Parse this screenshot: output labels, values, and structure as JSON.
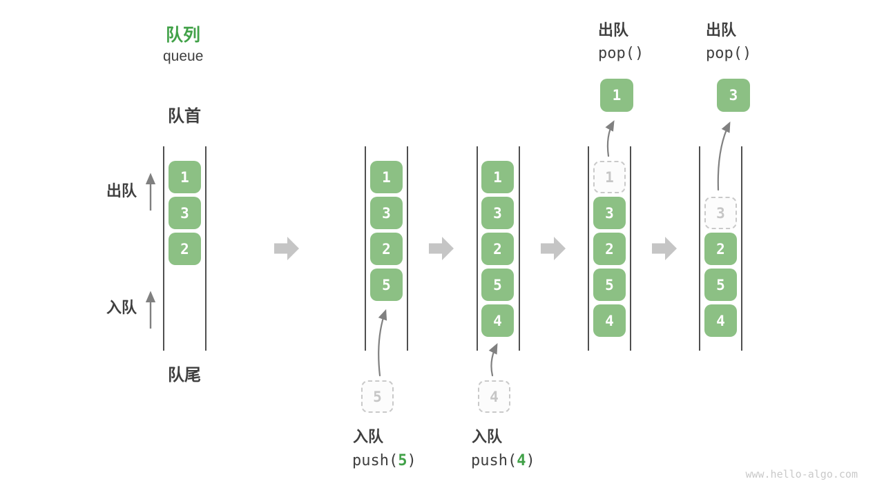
{
  "title": {
    "zh": "队列",
    "en": "queue"
  },
  "labels": {
    "front": "队首",
    "rear": "队尾",
    "dequeue": "出队",
    "enqueue": "入队"
  },
  "operations": {
    "push5": {
      "label": "入队",
      "fn": "push(",
      "arg": "5",
      "close": ")"
    },
    "push4": {
      "label": "入队",
      "fn": "push(",
      "arg": "4",
      "close": ")"
    },
    "pop1": {
      "label": "出队",
      "code": "pop()"
    },
    "pop2": {
      "label": "出队",
      "code": "pop()"
    }
  },
  "states": [
    {
      "cells": [
        "1",
        "3",
        "2"
      ]
    },
    {
      "cells": [
        "1",
        "3",
        "2",
        "5"
      ],
      "staged": "5"
    },
    {
      "cells": [
        "1",
        "3",
        "2",
        "5",
        "4"
      ],
      "staged": "4"
    },
    {
      "ghost": "1",
      "cells": [
        "3",
        "2",
        "5",
        "4"
      ],
      "popped": "1"
    },
    {
      "ghost": "3",
      "cells": [
        "2",
        "5",
        "4"
      ],
      "popped": "3"
    }
  ],
  "colors": {
    "accent_green": "#41a148",
    "cell_green": "#8cc084",
    "text_dark": "#3f3f3f",
    "step_arrow_gray": "#c5c5c5",
    "thin_arrow_gray": "#808080",
    "ghost_gray": "#c9c9c9"
  },
  "watermark": "www.hello-algo.com"
}
